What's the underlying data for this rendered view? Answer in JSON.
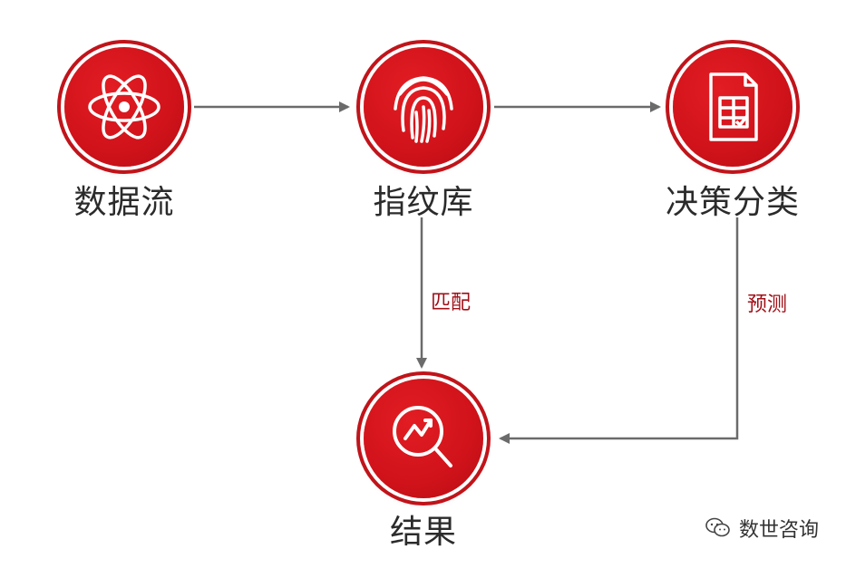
{
  "nodes": {
    "data_stream": {
      "label": "数据流",
      "icon": "atom-icon"
    },
    "fingerprint_db": {
      "label": "指纹库",
      "icon": "fingerprint-icon"
    },
    "decision_classification": {
      "label": "决策分类",
      "icon": "spreadsheet-icon"
    },
    "result": {
      "label": "结果",
      "icon": "search-trend-icon"
    }
  },
  "edges": {
    "match_label": "匹配",
    "predict_label": "预测"
  },
  "watermark": {
    "text": "数世咨询",
    "icon": "wechat-icon"
  },
  "colors": {
    "node_red": "#d0121a",
    "arrow_gray": "#6b6b6b",
    "edge_label_red": "#a01018",
    "text_dark": "#2b2b2b"
  }
}
